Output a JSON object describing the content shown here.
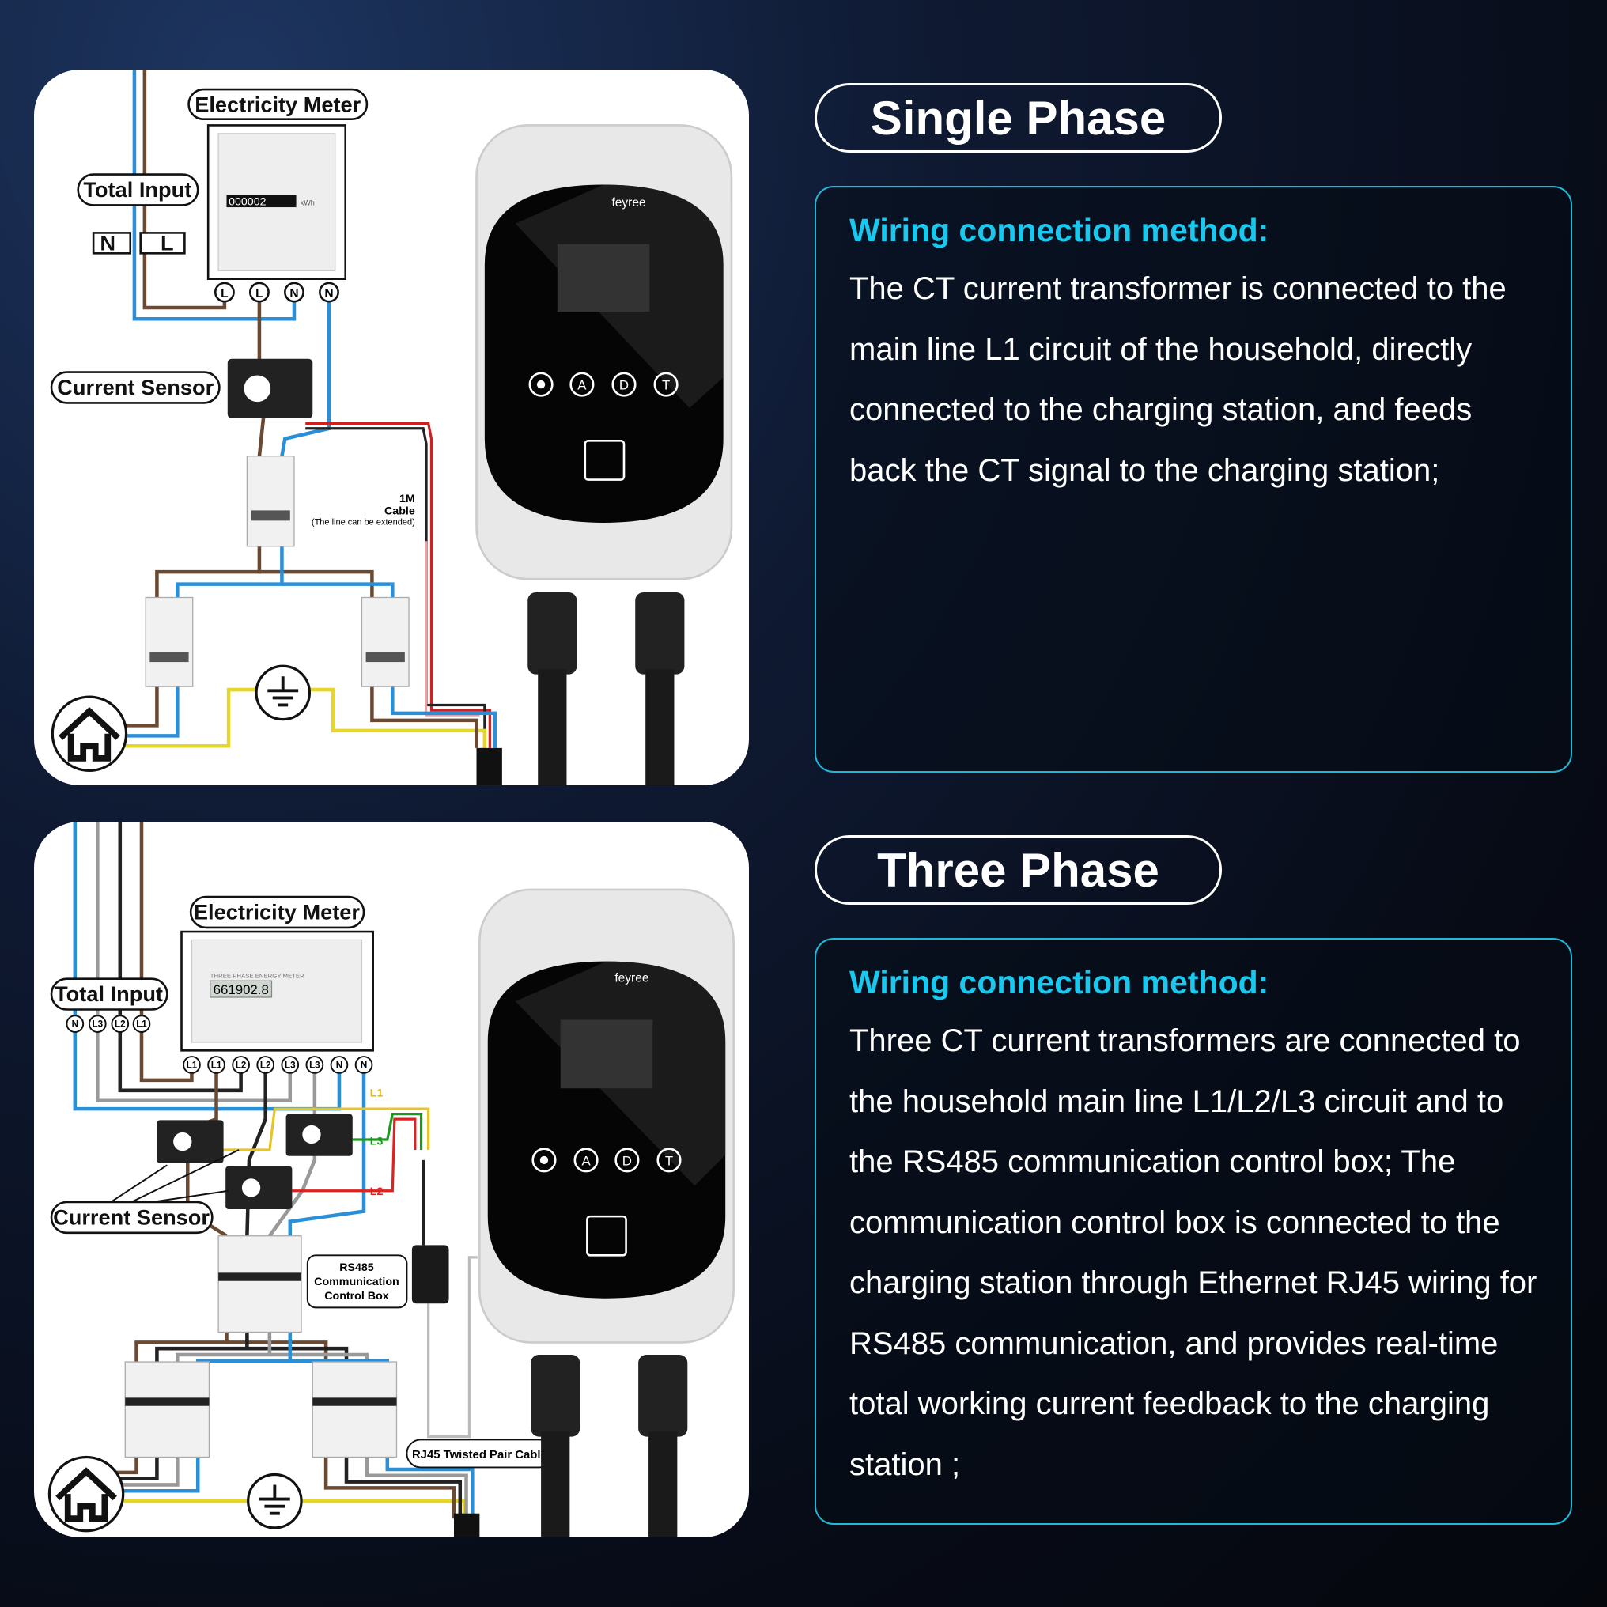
{
  "single_phase": {
    "title": "Single Phase",
    "heading": "Wiring connection method:",
    "description": "The CT current transformer is connected to the main line L1 circuit of the household, directly connected to the charging station, and feeds back the CT signal to the charging station;",
    "diagram": {
      "meter_label": "Electricity Meter",
      "total_input_label": "Total Input",
      "input_terminals": [
        "N",
        "L"
      ],
      "meter_terminals": [
        "L",
        "L",
        "N",
        "N"
      ],
      "meter_reading": "000002",
      "meter_unit": "kWh",
      "current_sensor_label": "Current Sensor",
      "cable_length": "1M",
      "cable_word": "Cable",
      "cable_note": "(The line can be extended)",
      "brand": "feyree",
      "buttons": [
        "",
        "A",
        "D",
        "T"
      ]
    }
  },
  "three_phase": {
    "title": "Three Phase",
    "heading": "Wiring connection method:",
    "description": "Three CT current transformers are connected to the household main line L1/L2/L3 circuit and to the RS485 communication control box; The communication control box is connected to the charging station through Ethernet RJ45 wiring for RS485 communication, and provides real-time total working current feedback to the charging station ;",
    "diagram": {
      "meter_label": "Electricity Meter",
      "total_input_label": "Total Input",
      "input_terminals": [
        "N",
        "L3",
        "L2",
        "L1"
      ],
      "meter_terminals": [
        "L1",
        "L1",
        "L2",
        "L2",
        "L3",
        "L3",
        "N",
        "N"
      ],
      "meter_reading": "661902.8",
      "meter_title": "THREE PHASE ENERGY METER",
      "current_sensor_label": "Current Sensor",
      "phase_labels": [
        "L1",
        "L3",
        "L2"
      ],
      "rs485_label": [
        "RS485",
        "Communication",
        "Control Box"
      ],
      "rj45_label": "RJ45 Twisted Pair Cable",
      "brand": "feyree",
      "buttons": [
        "",
        "A",
        "D",
        "T"
      ]
    }
  },
  "colors": {
    "accent": "#19c8ee",
    "brown": "#6b4a34",
    "blue": "#2a8fd6",
    "yellow": "#e6d62a",
    "red": "#d22",
    "green": "#1a9a1a"
  }
}
